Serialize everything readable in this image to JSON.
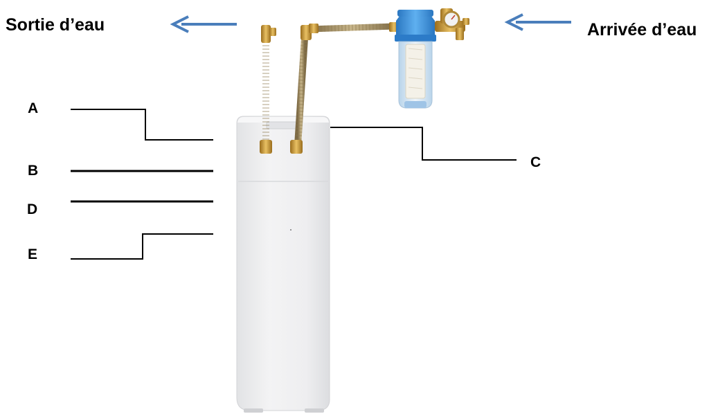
{
  "labels": {
    "outlet": "Sortie d’eau",
    "inlet": "Arrivée d’eau",
    "A": "A",
    "B": "B",
    "C": "C",
    "D": "D",
    "E": "E"
  },
  "colors": {
    "arrow": "#4a7ebb",
    "leader_line": "#000000",
    "cabinet": "#ededed",
    "filter_cap": "#3a8fd6",
    "brass": "#c8962e",
    "hose": "#a08a5a"
  },
  "icons": [
    "arrow-left-icon",
    "arrow-left-icon",
    "water-softener-cabinet",
    "sediment-filter-icon",
    "pressure-gauge-icon",
    "braided-hose-icon"
  ]
}
